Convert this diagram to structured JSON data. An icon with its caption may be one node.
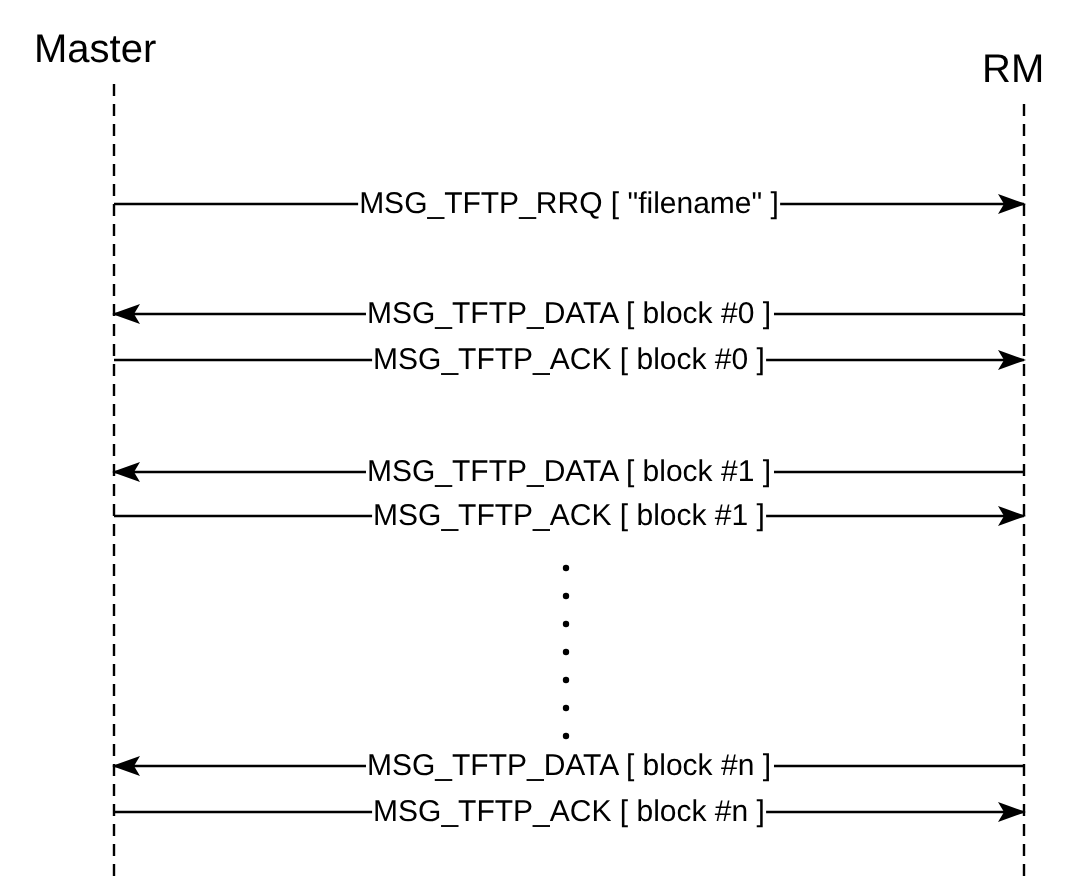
{
  "diagram": {
    "nodes": [
      {
        "text": [
          "Master"
        ]
      },
      {
        "text": [
          "RM"
        ]
      }
    ],
    "edges": [
      {
        "from": 0,
        "to": 1,
        "arrow": "to",
        "label": "MSG_TFTP_RRQ [ \"filename\" ]"
      },
      {
        "from": 1,
        "to": 0,
        "arrow": "to",
        "label": "MSG_TFTP_DATA [ block #0 ]"
      },
      {
        "from": 0,
        "to": 1,
        "arrow": "to",
        "label": "MSG_TFTP_ACK [ block #0 ]"
      },
      {
        "from": 1,
        "to": 0,
        "arrow": "to",
        "label": "MSG_TFTP_DATA [ block #1 ]"
      },
      {
        "from": 0,
        "to": 1,
        "arrow": "to",
        "label": "MSG_TFTP_ACK [ block #1 ]"
      },
      {
        "from": 1,
        "to": 0,
        "arrow": "to",
        "label": "MSG_TFTP_DATA [ block #n ]"
      },
      {
        "from": 0,
        "to": 1,
        "arrow": "to",
        "label": "MSG_TFTP_ACK [ block #n ]"
      }
    ]
  }
}
